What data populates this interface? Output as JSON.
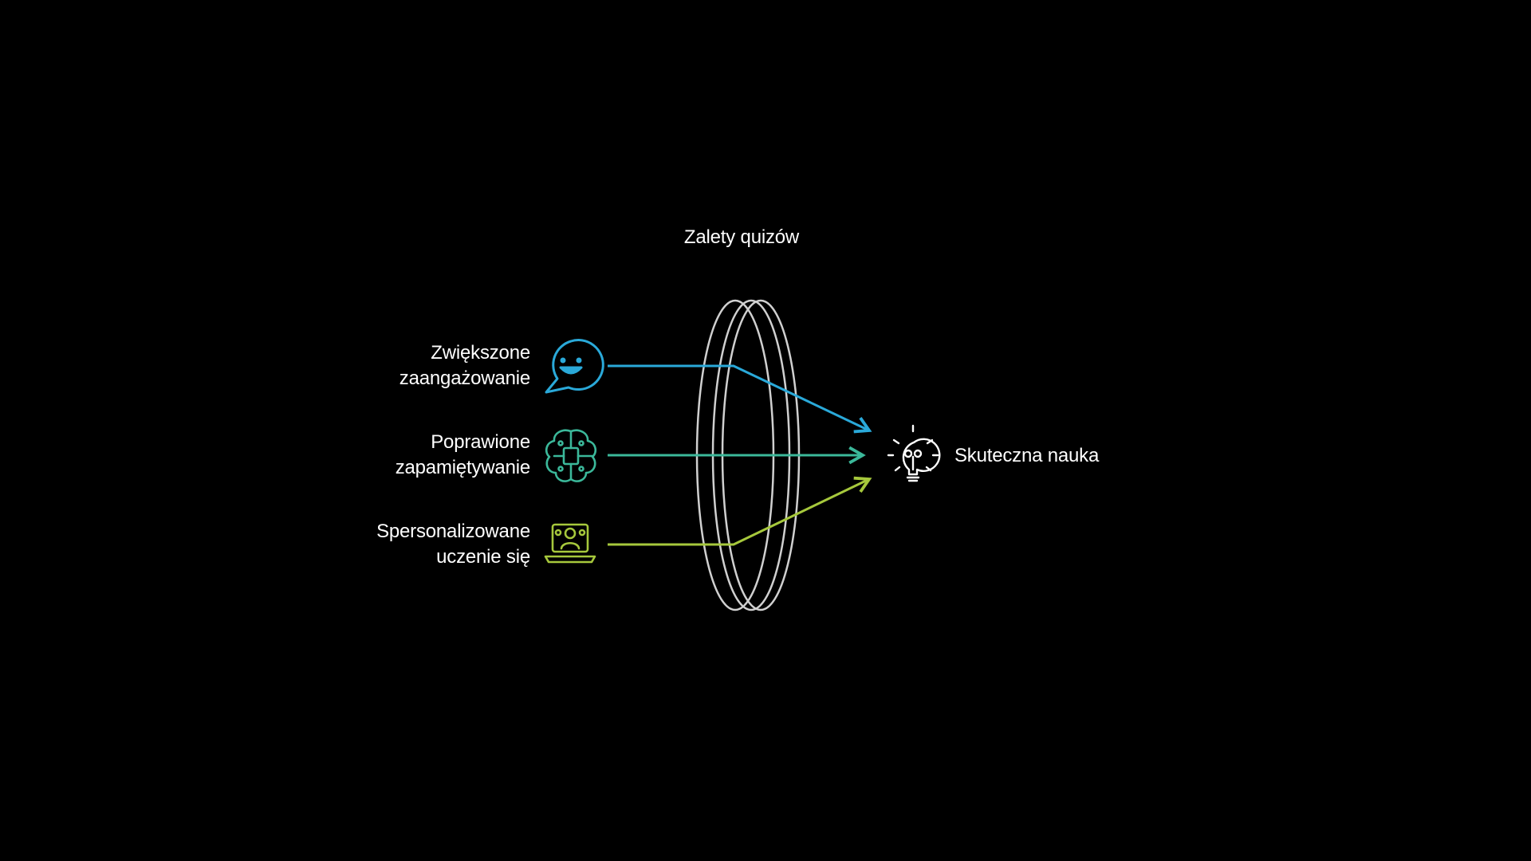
{
  "title": "Zalety quizów",
  "inputs": [
    {
      "line1": "Zwiększone",
      "line2": "zaangażowanie",
      "icon": "smiling-chat-bubble-icon",
      "color": "#2aa9d9"
    },
    {
      "line1": "Poprawione",
      "line2": "zapamiętywanie",
      "icon": "brain-chip-icon",
      "color": "#3bb89a"
    },
    {
      "line1": "Spersonalizowane",
      "line2": "uczenie się",
      "icon": "laptop-user-icon",
      "color": "#a6c83c"
    }
  ],
  "output": {
    "label": "Skuteczna nauka",
    "icon": "lightbulb-icon"
  },
  "lens": {
    "stroke": "#d0d0d0"
  }
}
